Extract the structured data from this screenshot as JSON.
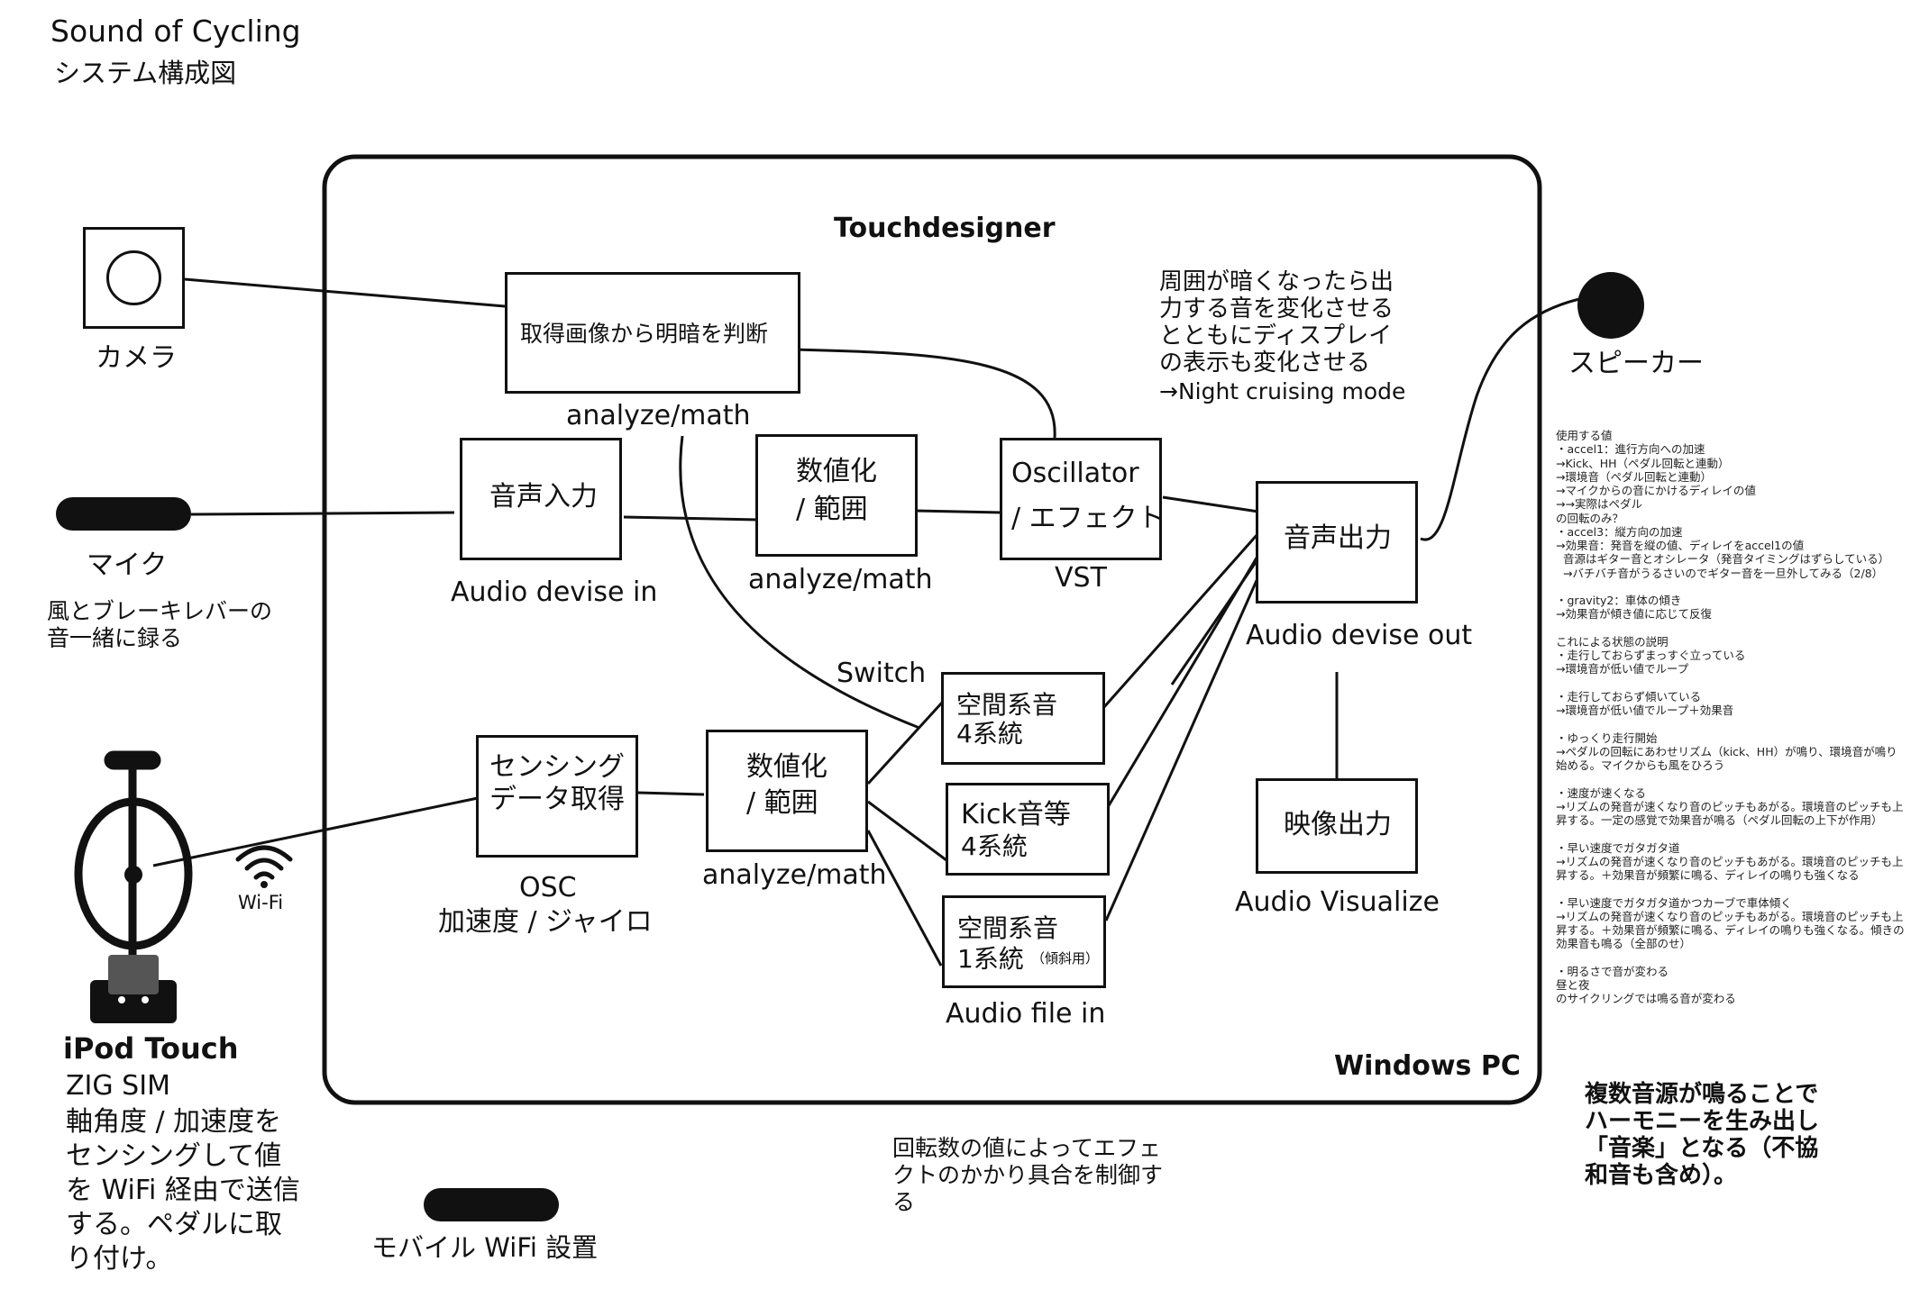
{
  "header": {
    "title": "Sound of Cycling",
    "subtitle": "システム構成図"
  },
  "frame": {
    "app_title": "Touchdesigner",
    "pc_label": "Windows PC"
  },
  "devices": {
    "camera": "カメラ",
    "mic": "マイク",
    "mic_note": [
      "風とブレーキレバーの",
      "音一緒に録る"
    ],
    "speaker": "スピーカー",
    "wifi_icon_label": "Wi-Fi",
    "ipod_title": "iPod Touch",
    "ipod_lines": [
      "ZIG SIM",
      "軸角度 / 加速度を",
      "センシングして値",
      "を WiFi 経由で送信",
      "する。ペダルに取",
      "り付け。"
    ],
    "mobile_wifi": "モバイル WiFi 設置"
  },
  "nodes": {
    "brightness": {
      "label": "取得画像から明暗を判断",
      "caption": "analyze/math"
    },
    "audio_in": {
      "label": "音声入力",
      "caption": "Audio devise in"
    },
    "quantize1": {
      "label_line1": "数値化",
      "label_line2": "/ 範囲",
      "caption": "analyze/math"
    },
    "oscillator": {
      "label_line1": "Oscillator",
      "label_line2": "/ エフェクト",
      "caption": "VST"
    },
    "audio_out": {
      "label": "音声出力",
      "caption": "Audio devise out"
    },
    "sensing": {
      "label_line1": "センシング",
      "label_line2": "データ取得",
      "caption_line1": "OSC",
      "caption_line2": "加速度 / ジャイロ"
    },
    "quantize2": {
      "label_line1": "数値化",
      "label_line2": "/ 範囲",
      "caption": "analyze/math"
    },
    "spatial4": {
      "label_line1": "空間系音",
      "label_line2": "4系統"
    },
    "kick": {
      "label_line1": "Kick音等",
      "label_line2": "4系統"
    },
    "spatial1": {
      "label_line1": "空間系音",
      "label_line2": "1系統",
      "label_small": "（傾斜用）",
      "caption": "Audio file in"
    },
    "video_out": {
      "label": "映像出力",
      "caption": "Audio Visualize"
    },
    "switch_label": "Switch"
  },
  "annotations": {
    "night": [
      "周囲が暗くなったら出",
      "力する音を変化させる",
      "とともにディスプレイ",
      "の表示も変化させる",
      "→Night cruising mode"
    ],
    "rotation": [
      "回転数の値によってエフェ",
      "クトのかかり具合を制御す",
      "る"
    ],
    "harmony": [
      "複数音源が鳴ることで",
      "ハーモニーを生み出し",
      "「音楽」となる（不協",
      "和音も含め）。"
    ]
  },
  "notes": [
    "使用する値",
    "・accel1：進行方向への加速",
    "→Kick、HH（ペダル回転と連動）",
    "→環境音（ペダル回転と連動）",
    "→マイクからの音にかけるディレイの値",
    "→→実際はペダル",
    "の回転のみ？",
    "・accel3：縦方向の加速",
    "→効果音：発音を縦の値、ディレイをaccel1の値",
    "  音源はギター音とオシレータ（発音タイミングはずらしている）",
    "  →バチバチ音がうるさいのでギター音を一旦外してみる（2/8）",
    "",
    "・gravity2：車体の傾き",
    "→効果音が傾き値に応じて反復",
    "",
    "これによる状態の説明",
    "・走行しておらずまっすぐ立っている",
    "→環境音が低い値でループ",
    "",
    "・走行しておらず傾いている",
    "→環境音が低い値でループ＋効果音",
    "",
    "・ゆっくり走行開始",
    "→ペダルの回転にあわせリズム（kick、HH）が鳴り、環境音が鳴り",
    "始める。マイクからも風をひろう",
    "",
    "・速度が速くなる",
    "→リズムの発音が速くなり音のピッチもあがる。環境音のピッチも上",
    "昇する。一定の感覚で効果音が鳴る（ペダル回転の上下が作用）",
    "",
    "・早い速度でガタガタ道",
    "→リズムの発音が速くなり音のピッチもあがる。環境音のピッチも上",
    "昇する。＋効果音が頻繁に鳴る、ディレイの鳴りも強くなる",
    "",
    "・早い速度でガタガタ道かつカーブで車体傾く",
    "→リズムの発音が速くなり音のピッチもあがる。環境音のピッチも上",
    "昇する。＋効果音が頻繁に鳴る、ディレイの鳴りも強くなる。傾きの",
    "効果音も鳴る（全部のせ）",
    "",
    "・明るさで音が変わる",
    "昼と夜",
    "のサイクリングでは鳴る音が変わる"
  ]
}
